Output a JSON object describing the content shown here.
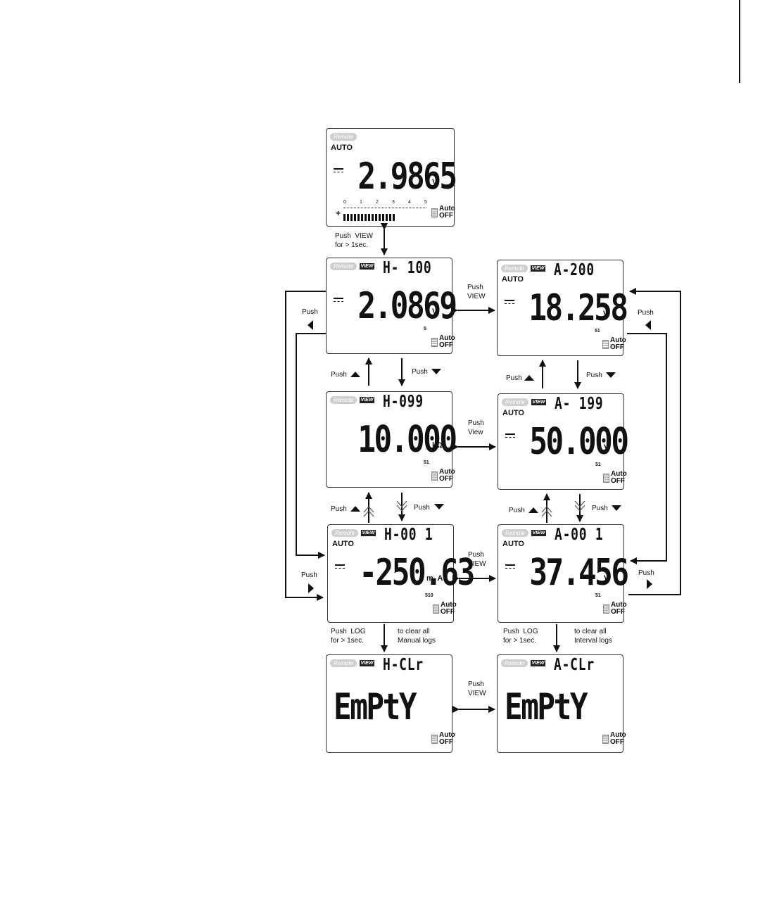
{
  "screens": {
    "top": {
      "auto": "AUTO",
      "reading": "2.9865",
      "unit": "V",
      "scale": [
        "0",
        "1",
        "2",
        "3",
        "4",
        "5"
      ],
      "auto_off": [
        "Auto",
        "OFF"
      ]
    },
    "h100": {
      "remote": "Remote",
      "view": "VIEW",
      "code": "H- 100",
      "reading": "2.0869",
      "unit": "V",
      "small": "5",
      "auto_off": [
        "Auto",
        "OFF"
      ]
    },
    "a200": {
      "remote": "Remote",
      "view": "VIEW",
      "code": "A-200",
      "auto": "AUTO",
      "reading": "18.258",
      "unit": "V",
      "small": "51",
      "auto_off": [
        "Auto",
        "OFF"
      ]
    },
    "h099": {
      "remote": "Remote",
      "view": "VIEW",
      "code": "H-099",
      "reading": "10.000",
      "unit": "kΩ",
      "small": "51",
      "auto_off": [
        "Auto",
        "OFF"
      ]
    },
    "a199": {
      "remote": "Remote",
      "view": "VIEW",
      "code": "A- 199",
      "auto": "AUTO",
      "reading": "50.000",
      "unit": "V",
      "small": "51",
      "auto_off": [
        "Auto",
        "OFF"
      ]
    },
    "h001": {
      "remote": "Remote",
      "view": "VIEW",
      "code": "H-00 1",
      "auto": "AUTO",
      "reading": "-250.63",
      "unit": "m  A",
      "small": "510",
      "auto_off": [
        "Auto",
        "OFF"
      ]
    },
    "a001": {
      "remote": "Remote",
      "view": "VIEW",
      "code": "A-00 1",
      "auto": "AUTO",
      "reading": "37.456",
      "unit": "V",
      "small": "51",
      "auto_off": [
        "Auto",
        "OFF"
      ]
    },
    "hclr": {
      "remote": "Remote",
      "view": "VIEW",
      "code": "H-CLr",
      "reading": "EmPtY",
      "auto_off": [
        "Auto",
        "OFF"
      ]
    },
    "aclr": {
      "remote": "Remote",
      "view": "VIEW",
      "code": "A-CLr",
      "reading": "EmPtY",
      "auto_off": [
        "Auto",
        "OFF"
      ]
    }
  },
  "labels": {
    "push_view_1sec": "Push  VIEW\nfor > 1sec.",
    "push_view_upper": "Push\nVIEW",
    "push_view_mid": "Push\nView",
    "push_view_low": "Push\nVIEW",
    "push_view_bottom": "Push\nVIEW",
    "push": "Push",
    "push_log": "Push  LOG\nfor > 1sec.",
    "clear_manual": "to clear all\nManual logs",
    "clear_interval": "to clear all\nInterval logs"
  }
}
